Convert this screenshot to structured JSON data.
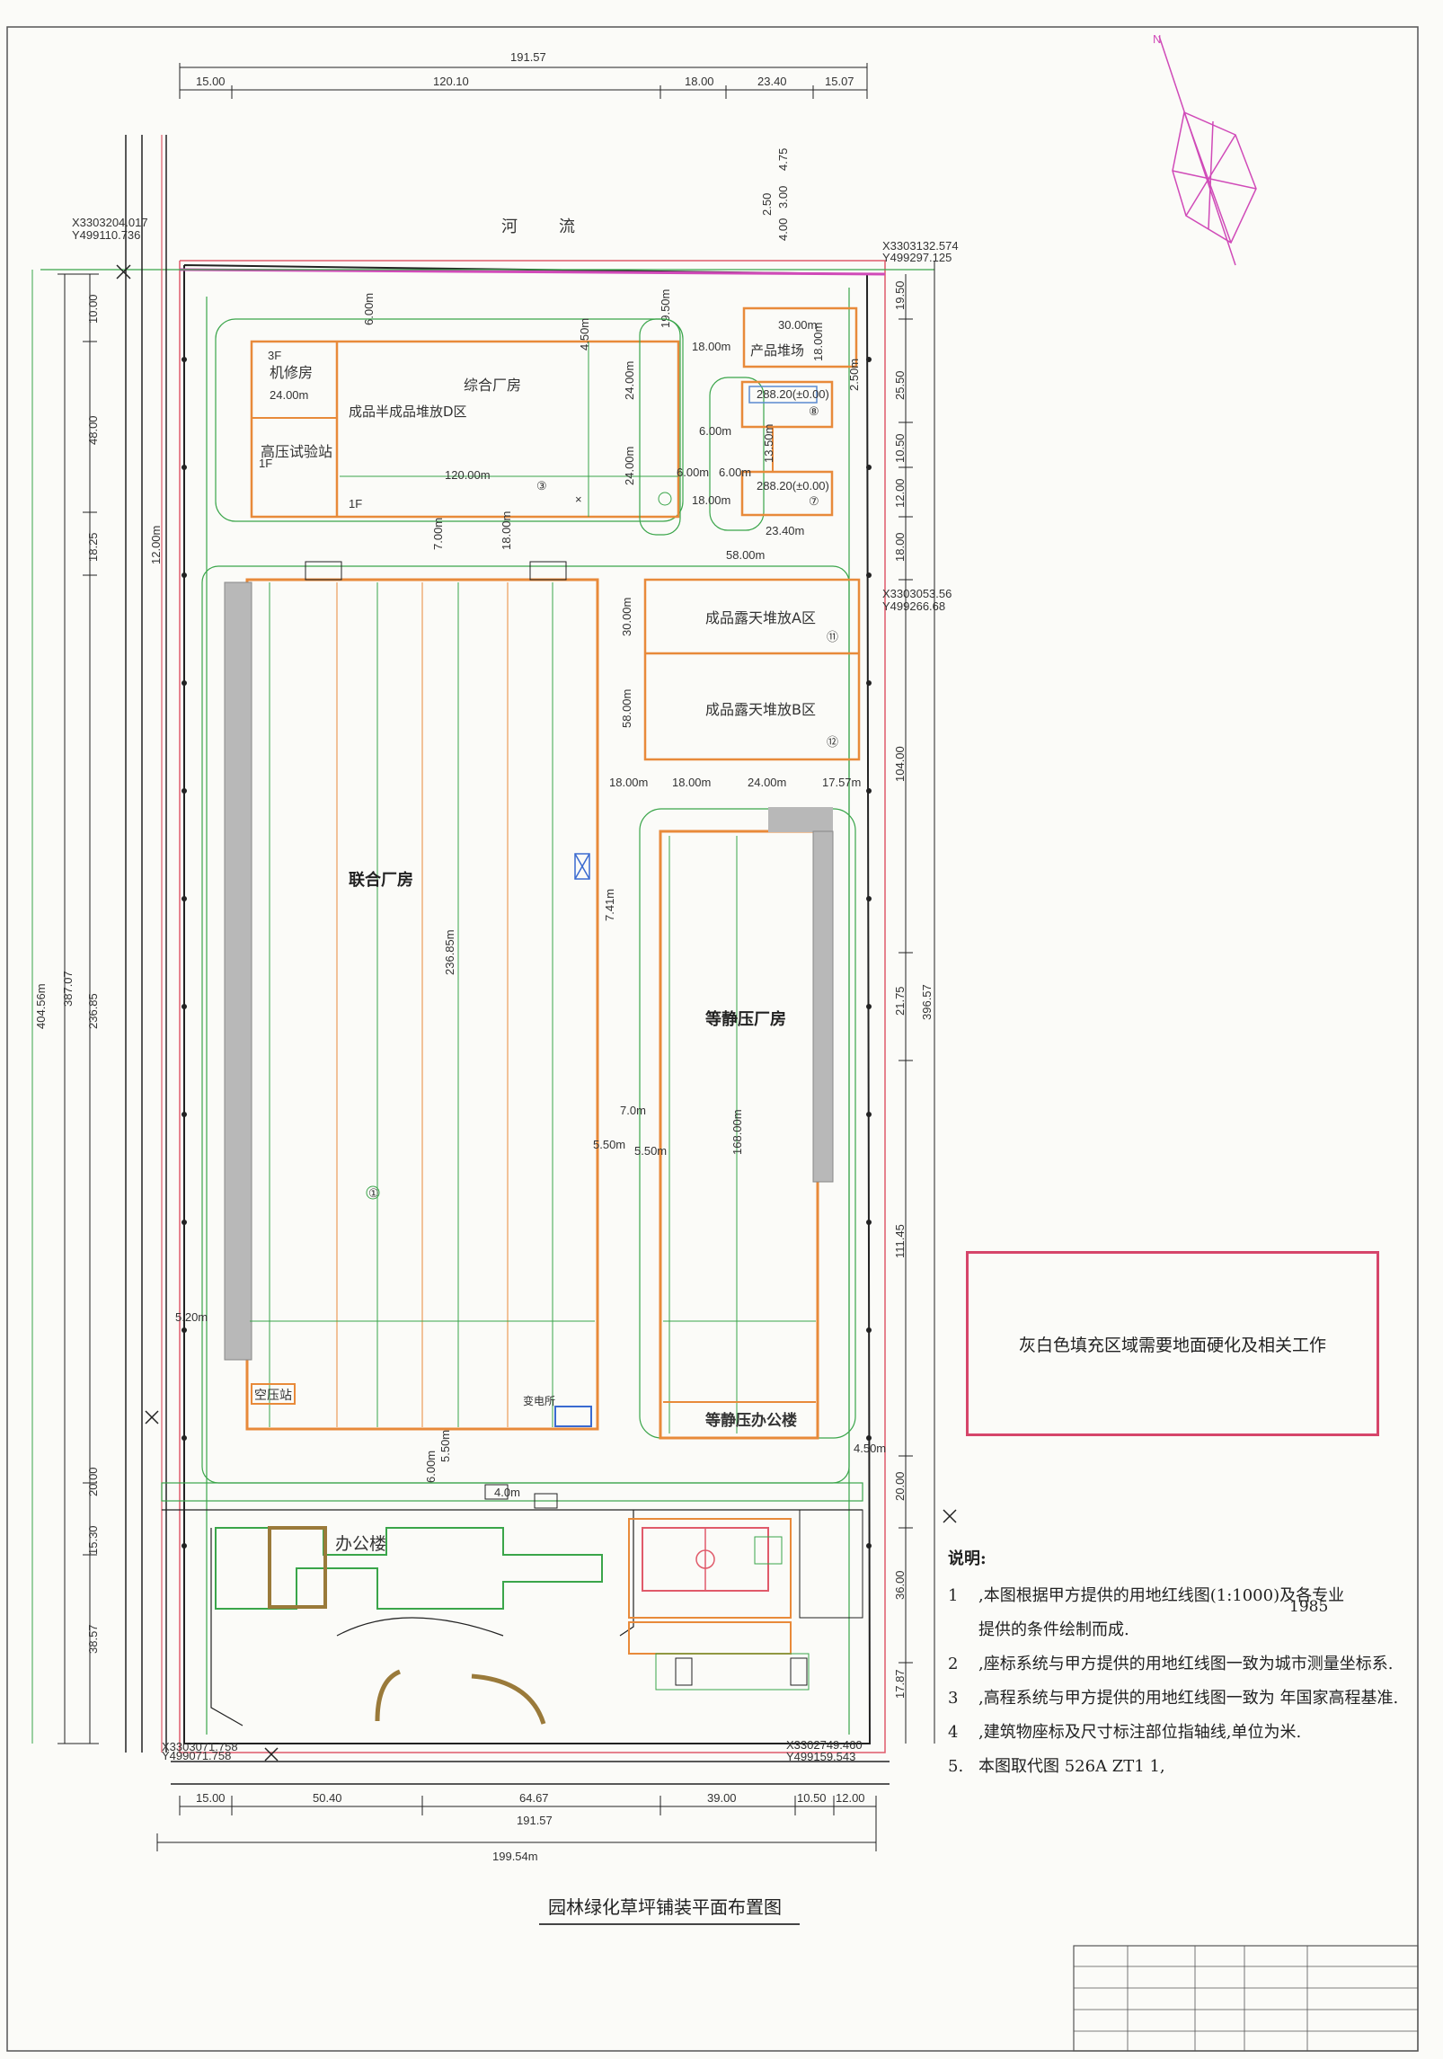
{
  "title": "园林绿化草坪铺装平面布置图",
  "river": [
    "河",
    "流"
  ],
  "coords": {
    "tl": [
      "X3303204.017",
      "Y499110.736"
    ],
    "tr": [
      "X3303132.574",
      "Y499297.125"
    ],
    "mr": [
      "X3303053.56",
      "Y499266.68"
    ],
    "bl": [
      "X3303071.758",
      "Y499071.758"
    ],
    "br": [
      "X3302749.460",
      "Y499159.543"
    ]
  },
  "buildings": {
    "repair": {
      "name": "机修房",
      "dim": "24.00m",
      "floor": "3F"
    },
    "hv_station": {
      "name": "高压试验站",
      "floor": "1F"
    },
    "combined_a": {
      "name": "综合厂房",
      "sub": "成品半成品堆放D区",
      "floor": "1F",
      "dim": "120.00m",
      "num": "③"
    },
    "product_yard": {
      "name": "产品堆场",
      "dim1": "30.00m",
      "dim2": "18.00m"
    },
    "tank8": {
      "label": "288.20(±0.00)",
      "num": "⑧"
    },
    "tank7": {
      "label": "288.20(±0.00)",
      "num": "⑦"
    },
    "outdoor_a": {
      "name": "成品露天堆放A区",
      "num": "⑪"
    },
    "outdoor_b": {
      "name": "成品露天堆放B区",
      "num": "⑫"
    },
    "union": {
      "name": "联合厂房",
      "dim": "236.85m",
      "num": "①"
    },
    "isostatic": {
      "name": "等静压厂房",
      "dim": "168.00m"
    },
    "iso_office": {
      "name": "等静压办公楼"
    },
    "air_station": {
      "name": "空压站"
    },
    "substation": {
      "name": "变电所"
    },
    "office": {
      "name": "办公楼"
    }
  },
  "dims_top": {
    "total": "191.57",
    "segs": [
      "15.00",
      "120.10",
      "18.00",
      "23.40",
      "15.07"
    ],
    "vertical": [
      "2.50",
      "4.00",
      "3.00",
      "4.75"
    ]
  },
  "dims_bottom": {
    "segs": [
      "15.00",
      "50.40",
      "64.67",
      "39.00",
      "10.50",
      "12.00"
    ],
    "total1": "191.57",
    "total2": "199.54m"
  },
  "dims_left": {
    "overall": "404.56m",
    "sub": [
      "387.07",
      "236.85"
    ],
    "segs": [
      "10.00",
      "48.00",
      "18.25",
      "20.00",
      "15.30",
      "38.57"
    ],
    "road": "12.00m"
  },
  "dims_right": {
    "overall": "396.57",
    "segs": [
      "19.50",
      "25.50",
      "10.50",
      "12.00",
      "18.00",
      "104.00",
      "21.75",
      "111.45",
      "20.00",
      "36.00",
      "17.87"
    ]
  },
  "dims_inner": {
    "d600": "6.00m",
    "d450": "4.50m",
    "d1950": "19.50m",
    "d1800": "18.00m",
    "d2400": "24.00m",
    "d250": "2.50m",
    "d1350": "13.50m",
    "d2340": "23.40m",
    "d5800": "58.00m",
    "d3000": "30.00m",
    "d700": "7.00m",
    "d1757": "17.57m",
    "d741": "7.41m",
    "d70": "7.0m",
    "d550": "5.50m",
    "d520": "5.20m",
    "d460": "4.50m",
    "d400": "4.0m"
  },
  "note_box": "灰白色填充区域需要地面硬化及相关工作",
  "notes": {
    "heading": "说明:",
    "items": [
      {
        "n": "1",
        "t": ",本图根据甲方提供的用地红线图(1:1000)及各专业"
      },
      {
        "n": "",
        "t": "提供的条件绘制而成."
      },
      {
        "n": "2",
        "t": ",座标系统与甲方提供的用地红线图一致为城市测量坐标系."
      },
      {
        "n": "3",
        "t": ",高程系统与甲方提供的用地红线图一致为    年国家高程基准."
      },
      {
        "n": "4",
        "t": ",建筑物座标及尺寸标注部位指轴线,单位为米."
      },
      {
        "n": "5.",
        "t": "本图取代图  526A ZT1 1,"
      }
    ],
    "year": "1985"
  },
  "colors": {
    "orange": "#e88a3a",
    "green": "#3aa54a",
    "red": "#e05a6a",
    "black": "#222222",
    "gray": "#b8b8b8",
    "magenta": "#d04ab8"
  }
}
